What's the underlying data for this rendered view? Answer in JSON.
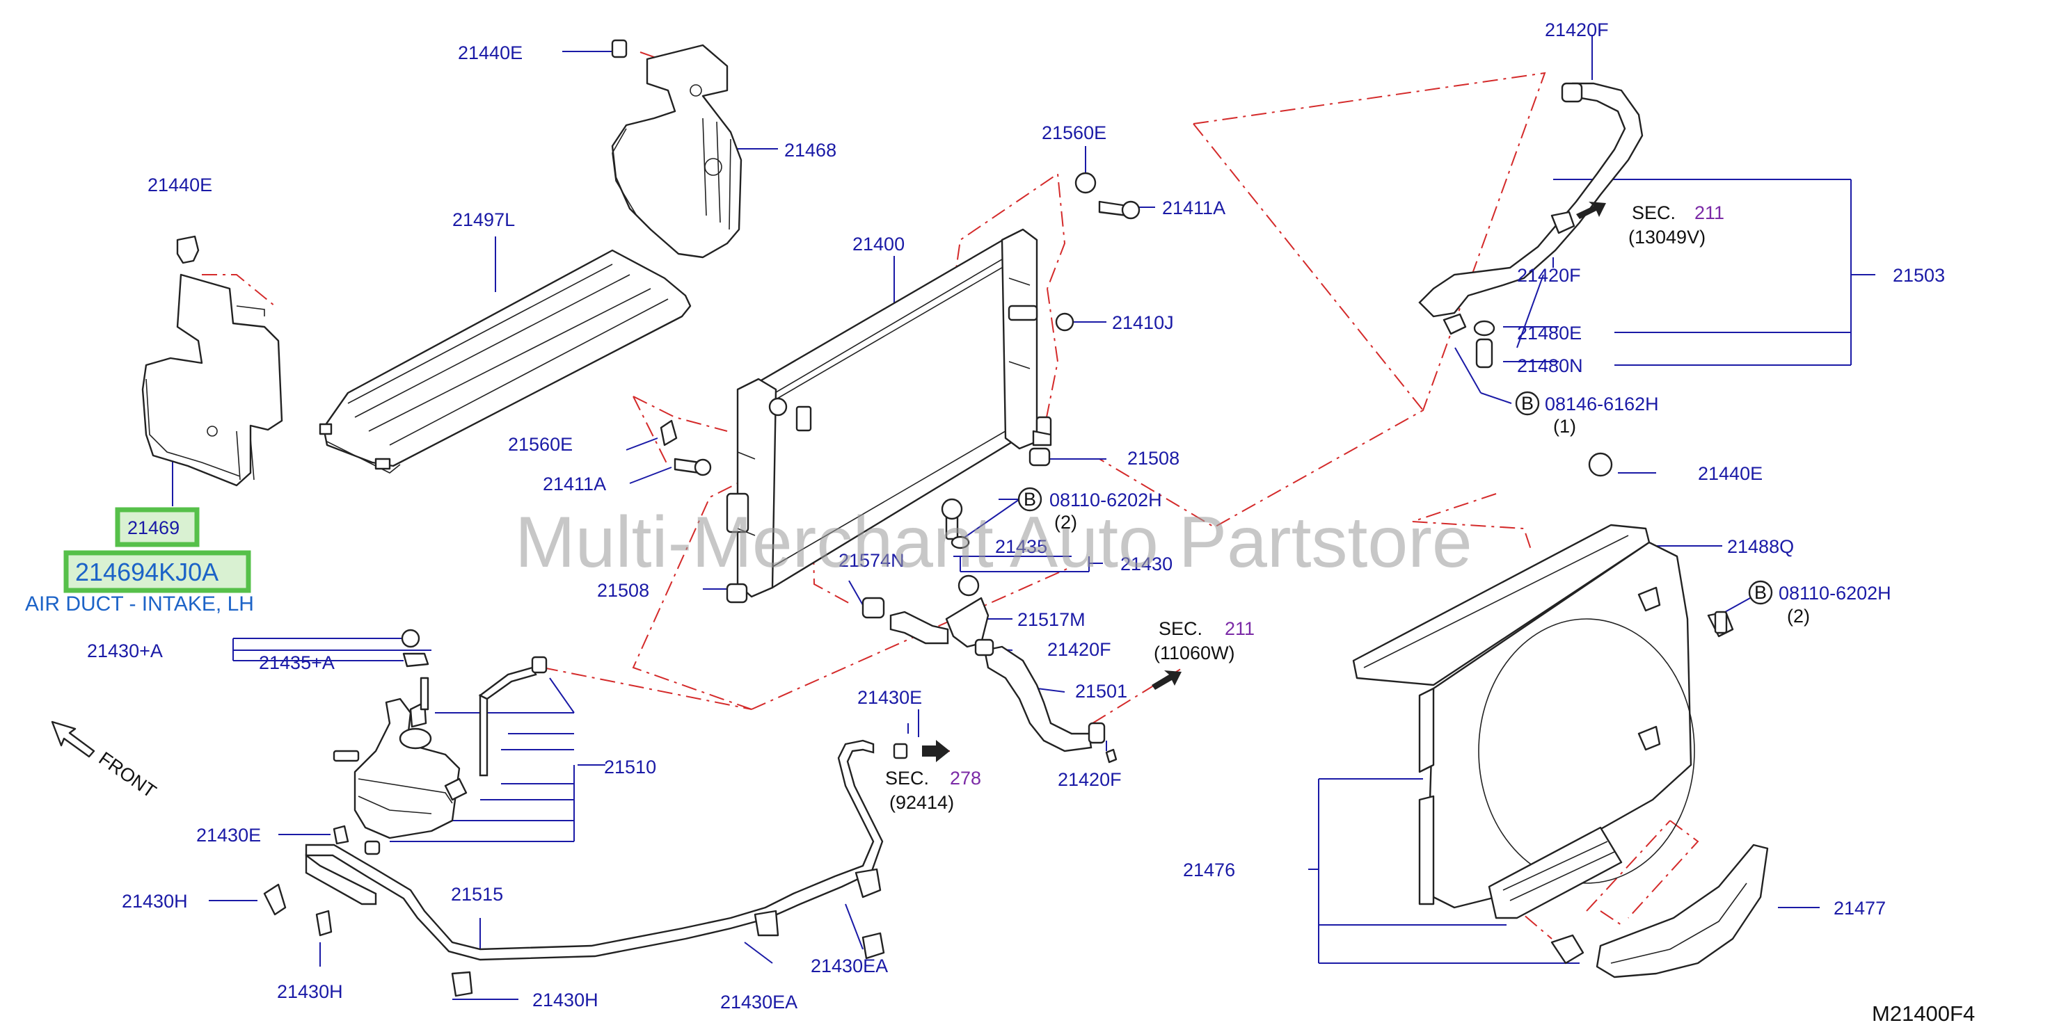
{
  "diagram": {
    "part_labels": {
      "p21440E_a": "21440E",
      "p21440E_b": "21440E",
      "p21440E_c": "21440E",
      "p21468": "21468",
      "p21497L": "21497L",
      "p21400": "21400",
      "p21560E_a": "21560E",
      "p21560E_b": "21560E",
      "p21411A_a": "21411A",
      "p21411A_b": "21411A",
      "p21410J": "21410J",
      "p21508_a": "21508",
      "p21508_b": "21508",
      "p21420F_a": "21420F",
      "p21420F_b": "21420F",
      "p21420F_c": "21420F",
      "p21420F_d": "21420F",
      "p21503": "21503",
      "p21480E": "21480E",
      "p21480N": "21480N",
      "p08146": "08146-6162H",
      "p08146_qty": "(1)",
      "p08110_a": "08110-6202H",
      "p08110_a_qty": "(2)",
      "p08110_b": "08110-6202H",
      "p08110_b_qty": "(2)",
      "p21488Q": "21488Q",
      "p21435": "21435",
      "p21430": "21430",
      "p21574N": "21574N",
      "p21517M": "21517M",
      "p21501": "21501",
      "p21430A": "21430+A",
      "p21435A": "21435+A",
      "p21510": "21510",
      "p21430E_a": "21430E",
      "p21430E_b": "21430E",
      "p21430H_a": "21430H",
      "p21430H_b": "21430H",
      "p21430H_c": "21430H",
      "p21515": "21515",
      "p21430EA_a": "21430EA",
      "p21430EA_b": "21430EA",
      "p21476": "21476",
      "p21477": "21477",
      "p21469": "21469"
    },
    "sections": {
      "sec211_a_prefix": "SEC.",
      "sec211_a_num": "211",
      "sec211_a_ref": "(13049V)",
      "sec211_b_prefix": "SEC.",
      "sec211_b_num": "211",
      "sec211_b_ref": "(11060W)",
      "sec278_prefix": "SEC.",
      "sec278_num": "278",
      "sec278_ref": "(92414)"
    },
    "bolt_symbol": "B",
    "front_label": "FRONT",
    "highlight": {
      "part_number": "214694KJ0A",
      "description": "AIR DUCT - INTAKE, LH"
    },
    "watermark": "Multi-Merchant Auto Partstore",
    "diagram_code": "M21400F4"
  }
}
